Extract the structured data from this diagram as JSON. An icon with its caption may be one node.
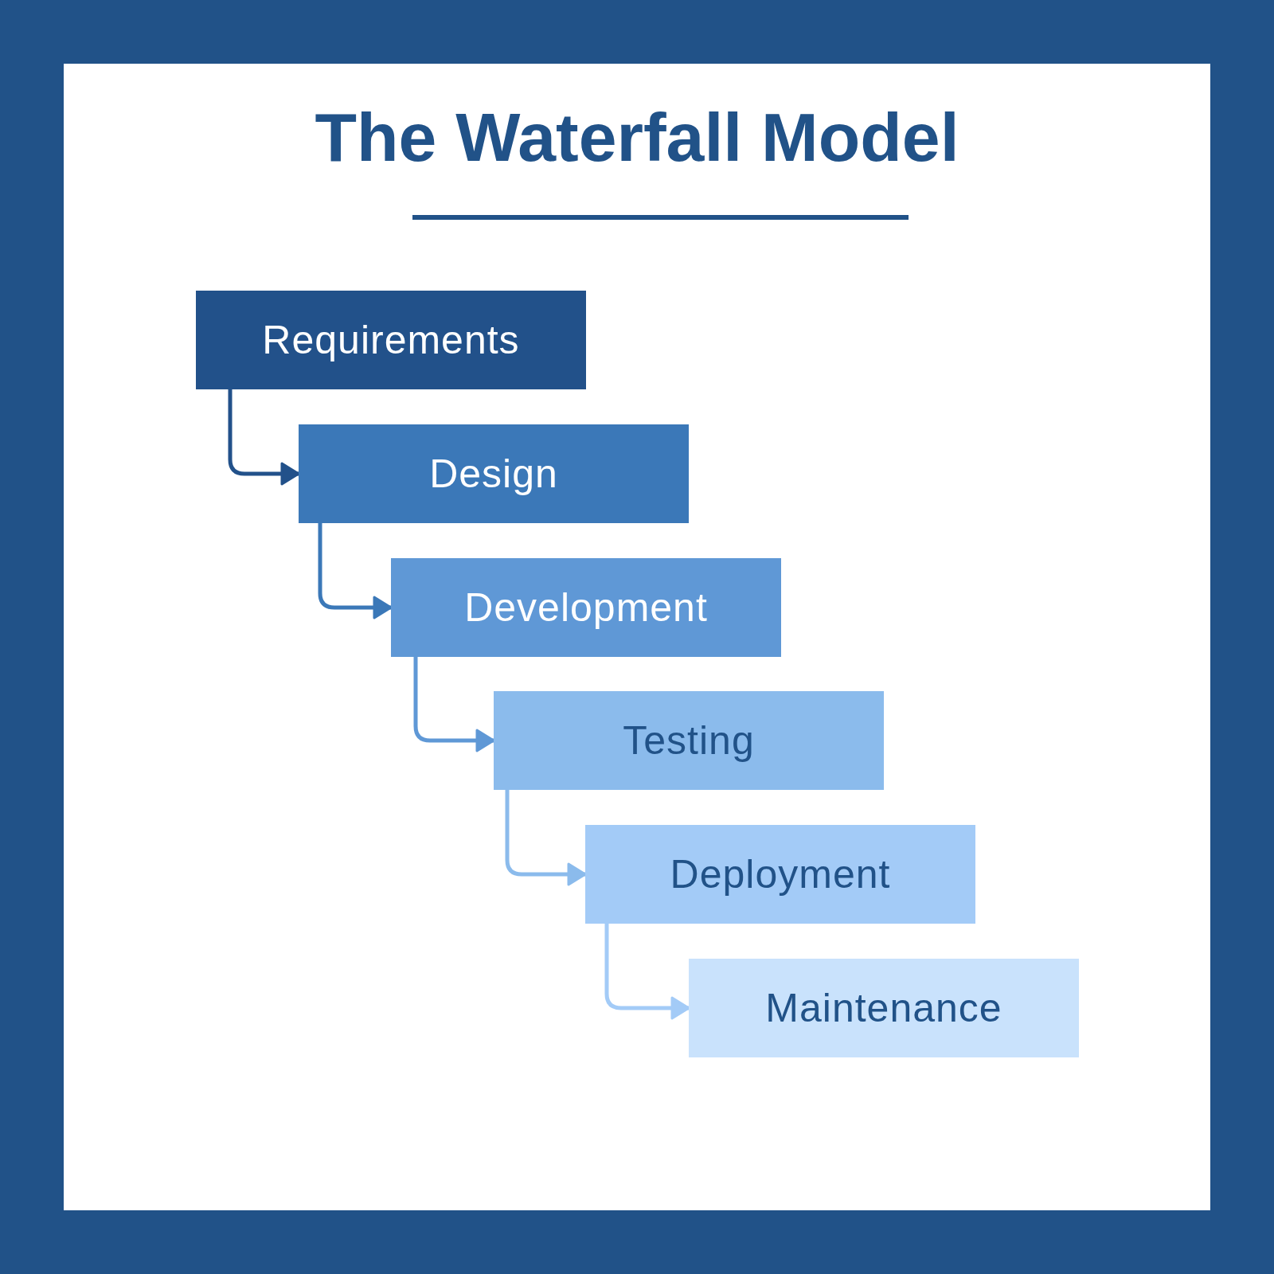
{
  "diagram": {
    "title": "The Waterfall Model",
    "nodes": [
      {
        "text": [
          "Requirements"
        ]
      },
      {
        "text": [
          "Design"
        ]
      },
      {
        "text": [
          "Development"
        ]
      },
      {
        "text": [
          "Testing"
        ]
      },
      {
        "text": [
          "Deployment"
        ]
      },
      {
        "text": [
          "Maintenance"
        ]
      }
    ],
    "edges": [
      {
        "from": 0,
        "to": 1,
        "arrow": "to",
        "color": "#22518a"
      },
      {
        "from": 1,
        "to": 2,
        "arrow": "to",
        "color": "#3b78b8"
      },
      {
        "from": 2,
        "to": 3,
        "arrow": "to",
        "color": "#5f98d6"
      },
      {
        "from": 3,
        "to": 4,
        "arrow": "to",
        "color": "#8bbbec"
      },
      {
        "from": 4,
        "to": 5,
        "arrow": "to",
        "color": "#a3cbf7"
      }
    ]
  }
}
